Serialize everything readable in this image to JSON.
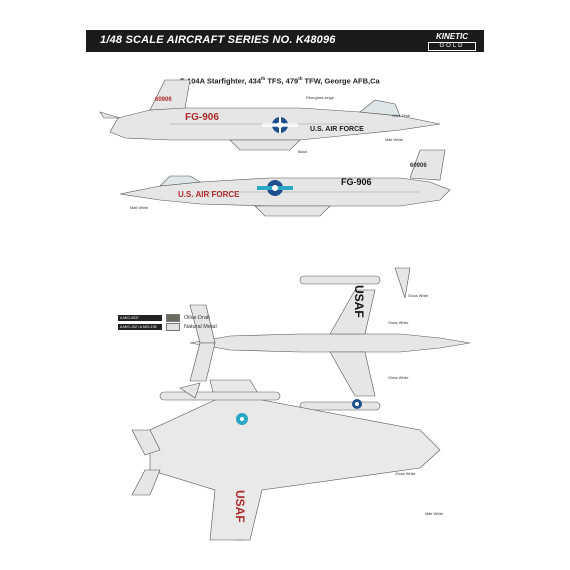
{
  "header": {
    "title": "1/48 SCALE AIRCRAFT SERIES NO. K48096",
    "logo_top": "KINETIC",
    "logo_bottom": "GOLD"
  },
  "subtitle": {
    "part1": "F-104A Starfighter, 434",
    "sup1": "th",
    "part2": " TFS, 479",
    "sup2": "th",
    "part3": " TFW, George AFB,Ca"
  },
  "legend": [
    {
      "code": "A.MIG-0037",
      "label": "Olive Drab",
      "color": "#6b6b60"
    },
    {
      "code": "A.MIG-192 / A.MIG-195",
      "label": "Natural Metal",
      "color": "#e4e4e4"
    }
  ],
  "markings": {
    "tail_serial": "60906",
    "buzz_number": "FG-906",
    "fuselage_text": "U.S. AIR FORCE",
    "wing_text": "USAF"
  },
  "callouts": {
    "olive_drab": "Olive Drab",
    "matt_white": "Matt White",
    "gloss_white": "Gloss White",
    "fiberglass": "Fiberglass beige",
    "black": "Black"
  },
  "colors": {
    "aircraft": "#e6e6e6",
    "outline": "#555555",
    "red": "#b02a2a",
    "blue": "#1f4f8f",
    "cyan": "#2aa7c4",
    "header": "#1b1b1b"
  }
}
